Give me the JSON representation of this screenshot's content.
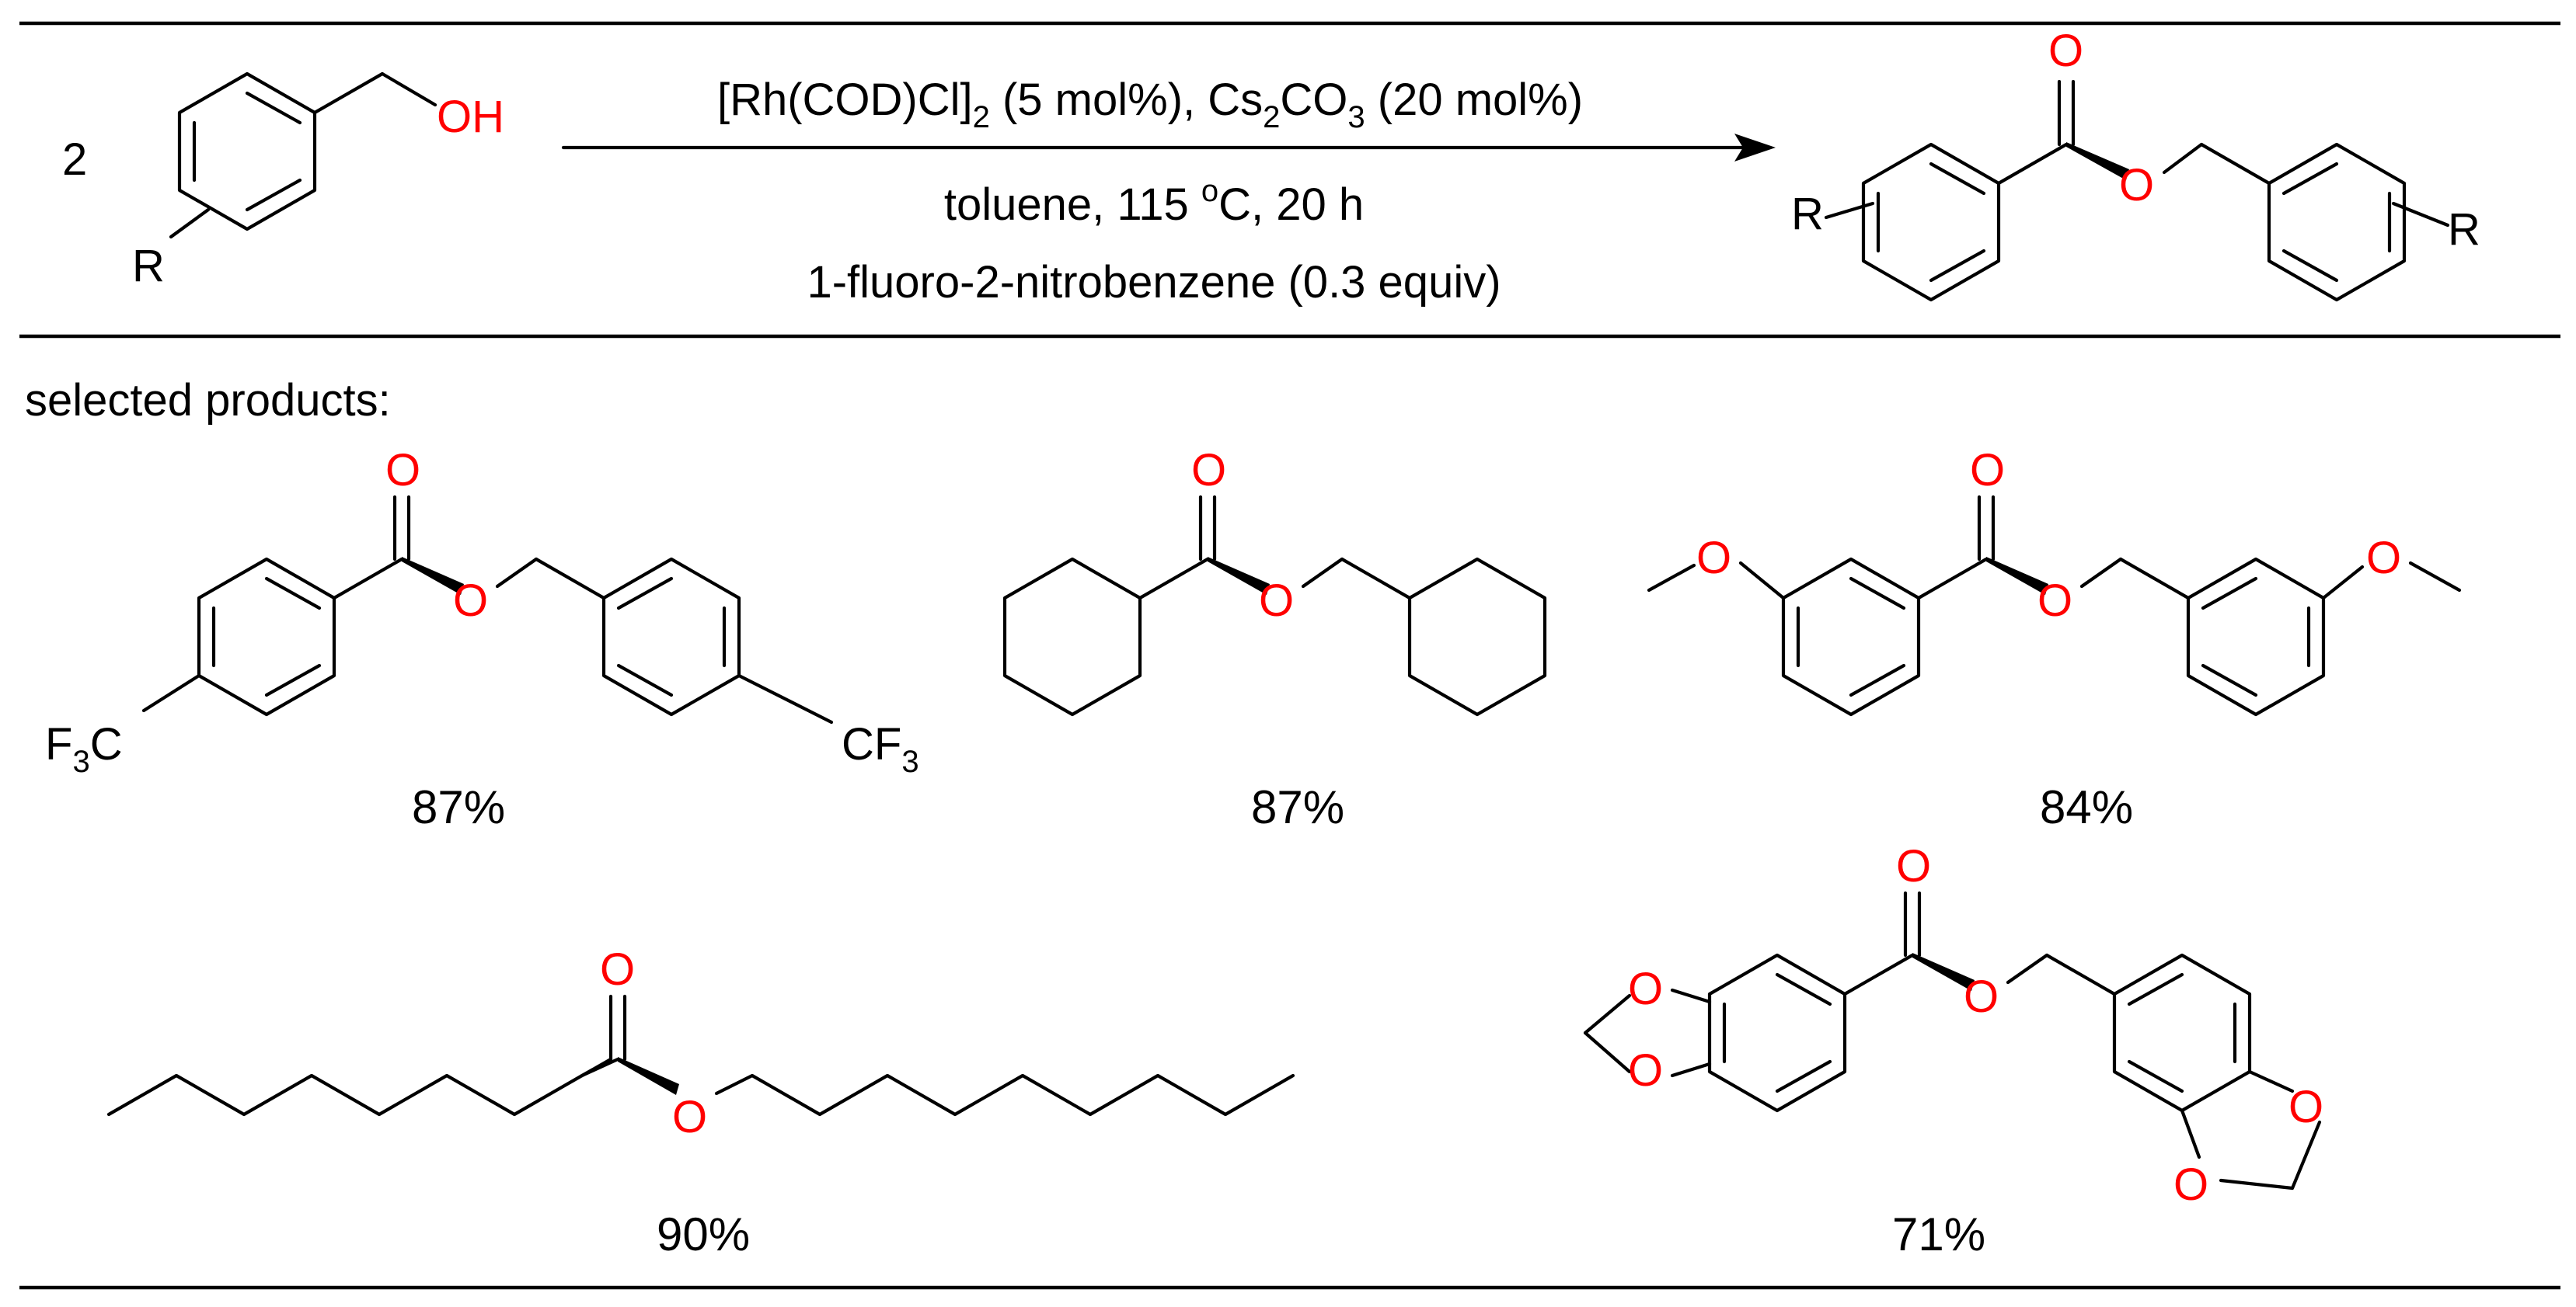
{
  "reaction": {
    "coefficient": "2",
    "conditions": {
      "line1": {
        "a": "[Rh(COD)Cl]",
        "a_sub": "2",
        "b": " (5 mol%), Cs",
        "b_sub": "2",
        "c": "CO",
        "c_sub": "3",
        "d": " (20 mol%)"
      },
      "line2": {
        "a": "toluene, 115 ",
        "a_sup": "o",
        "b": "C, 20 h"
      },
      "line3": "1-fluoro-2-nitrobenzene (0.3 equiv)"
    }
  },
  "atoms": {
    "oh": "OH",
    "o": "O",
    "r": "R",
    "f3c_main": "F",
    "f3c_sub": "3",
    "f3c_end": "C",
    "cf3_main": "CF",
    "cf3_sub": "3"
  },
  "section_label": "selected products:",
  "yields": {
    "p1": "87%",
    "p2": "87%",
    "p3": "84%",
    "p4": "90%",
    "p5": "71%"
  },
  "colors": {
    "heteroatom": "#ff0000",
    "line": "#000000"
  }
}
